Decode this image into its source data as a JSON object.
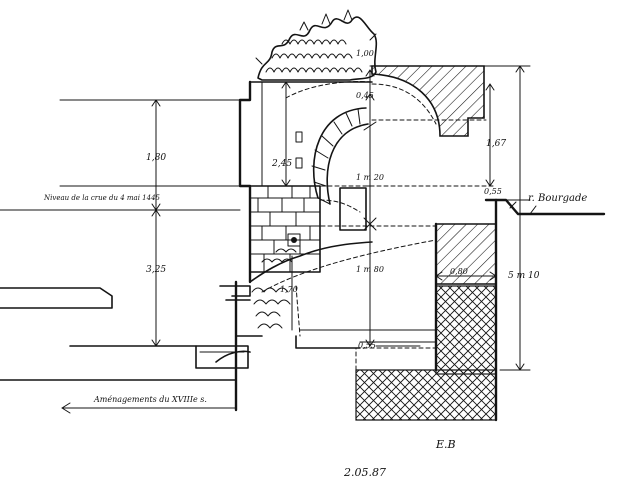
{
  "drawing": {
    "labels": {
      "niveau_crue": "Niveau de la crue du 4 mai 1445",
      "rue": "r. Bourgade",
      "amenagements": "Aménagements du XVIIIe s.",
      "initials": "E.B",
      "date": "2.05.87"
    },
    "dimensions": {
      "d_1_80": "1,80",
      "d_3_25": "3,25",
      "d_2_45": "2,45",
      "d_1_00": "1,00",
      "d_0_45": "0,45",
      "d_1m20": "1 m 20",
      "d_1m80": "1 m 80",
      "d_1_70": "1,70",
      "d_0_55_bottom": "0,55",
      "d_1_67": "1,67",
      "d_0_55_right": "0,55",
      "d_0_80": "0,80",
      "d_5m10": "5 m 10"
    }
  }
}
